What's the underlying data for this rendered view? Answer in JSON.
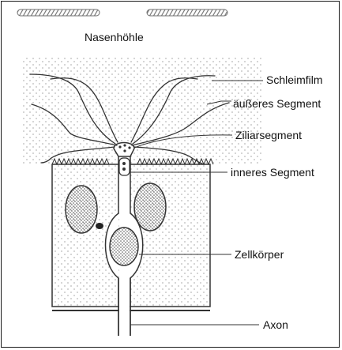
{
  "diagram": {
    "title": "Nasenhöhle",
    "labels": {
      "mucus": "Schleimfilm",
      "outer_segment": "äußeres Segment",
      "ciliary_segment": "Ziliarsegment",
      "inner_segment": "inneres Segment",
      "cell_body": "Zellkörper",
      "axon": "Axon"
    }
  },
  "colors": {
    "stroke": "#333333",
    "dots": "#b8b8b8",
    "hatch": "#707070"
  }
}
